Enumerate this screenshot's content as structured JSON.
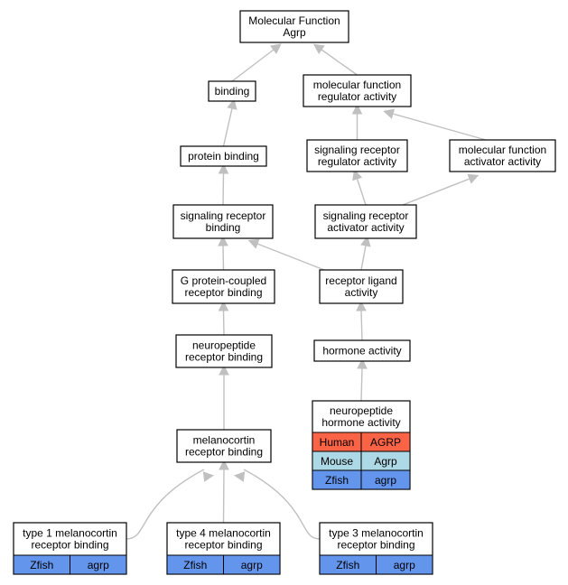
{
  "colors": {
    "Human": "#fb6347",
    "Mouse": "#add8e6",
    "Zfish": "#6495ed",
    "edge": "#c0c0c0"
  },
  "nodes": {
    "root": [
      "Molecular Function",
      "Agrp"
    ],
    "binding": [
      "binding"
    ],
    "mfra": [
      "molecular function",
      "regulator activity"
    ],
    "protein_binding": [
      "protein binding"
    ],
    "srra": [
      "signaling receptor",
      "regulator activity"
    ],
    "mfaa": [
      "molecular function",
      "activator activity"
    ],
    "srb": [
      "signaling receptor",
      "binding"
    ],
    "sraa": [
      "signaling receptor",
      "activator activity"
    ],
    "gpcrb": [
      "G protein-coupled",
      "receptor binding"
    ],
    "rla": [
      "receptor ligand",
      "activity"
    ],
    "nprb": [
      "neuropeptide",
      "receptor binding"
    ],
    "ha": [
      "hormone activity"
    ],
    "mrb": [
      "melanocortin",
      "receptor binding"
    ],
    "nha": [
      "neuropeptide",
      "hormone activity"
    ],
    "t1": [
      "type 1 melanocortin",
      "receptor binding"
    ],
    "t4": [
      "type 4 melanocortin",
      "receptor binding"
    ],
    "t3": [
      "type 3 melanocortin",
      "receptor binding"
    ]
  },
  "annotations": {
    "nha": [
      [
        "Human",
        "AGRP"
      ],
      [
        "Mouse",
        "Agrp"
      ],
      [
        "Zfish",
        "agrp"
      ]
    ],
    "t1": [
      [
        "Zfish",
        "agrp"
      ]
    ],
    "t4": [
      [
        "Zfish",
        "agrp"
      ]
    ],
    "t3": [
      [
        "Zfish",
        "agrp"
      ]
    ]
  },
  "edges": [
    [
      "binding",
      "root"
    ],
    [
      "mfra",
      "root"
    ],
    [
      "protein_binding",
      "binding"
    ],
    [
      "srra",
      "mfra"
    ],
    [
      "mfaa",
      "mfra"
    ],
    [
      "srb",
      "protein_binding"
    ],
    [
      "sraa",
      "srra"
    ],
    [
      "sraa",
      "mfaa"
    ],
    [
      "gpcrb",
      "srb"
    ],
    [
      "rla",
      "srb"
    ],
    [
      "rla",
      "sraa"
    ],
    [
      "nprb",
      "gpcrb"
    ],
    [
      "ha",
      "rla"
    ],
    [
      "mrb",
      "nprb"
    ],
    [
      "nha",
      "ha"
    ],
    [
      "t1",
      "mrb"
    ],
    [
      "t4",
      "mrb"
    ],
    [
      "t3",
      "mrb"
    ]
  ]
}
